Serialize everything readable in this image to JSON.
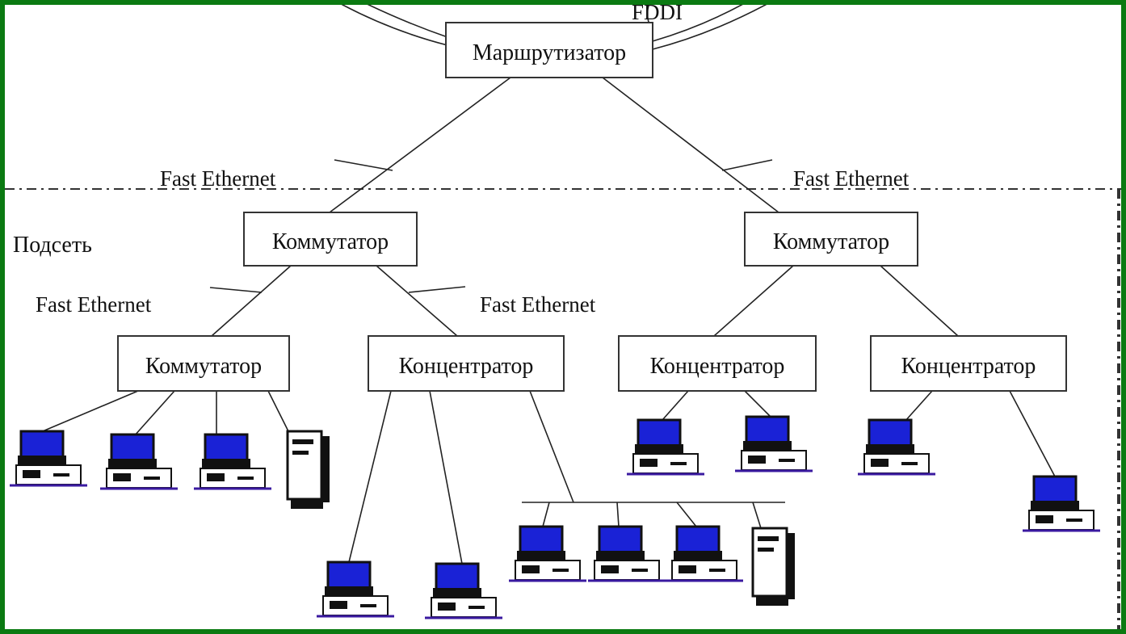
{
  "diagram": {
    "ring_label": "FDDI",
    "subnet_label": "Подсеть",
    "nodes": {
      "router": "Маршрутизатор",
      "switch_left": "Коммутатор",
      "switch_right": "Коммутатор",
      "switch_bottom": "Коммутатор",
      "hub_1": "Концентратор",
      "hub_2": "Концентратор",
      "hub_3": "Концентратор"
    },
    "links": {
      "router_left": "Fast Ethernet",
      "router_right": "Fast Ethernet",
      "switch_left_down": "Fast Ethernet",
      "switch_mid_down": "Fast Ethernet"
    },
    "colors": {
      "frame": "#0b7a12",
      "screen": "#1a22d6",
      "base_underline": "#3a1aa0"
    },
    "icons": {
      "workstation": "desktop-computer-icon",
      "server": "tower-server-icon"
    }
  }
}
